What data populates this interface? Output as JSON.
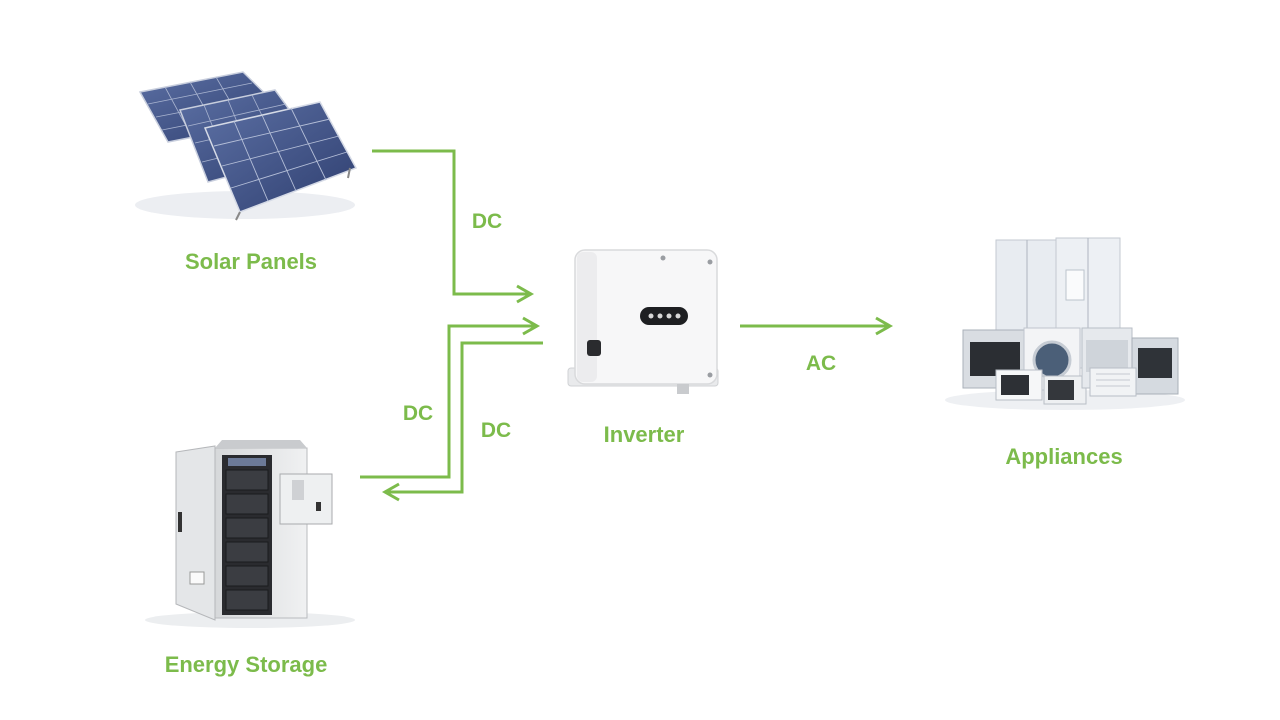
{
  "colors": {
    "accent": "#7cbb4b"
  },
  "nodes": {
    "solar": {
      "label": "Solar Panels",
      "icon": "solar-panels-icon"
    },
    "inverter": {
      "label": "Inverter",
      "icon": "inverter-icon"
    },
    "storage": {
      "label": "Energy Storage",
      "icon": "battery-cabinet-icon"
    },
    "appliances": {
      "label": "Appliances",
      "icon": "home-appliances-icon"
    }
  },
  "flows": {
    "solar_to_inverter": "DC",
    "storage_to_inverter": "DC",
    "inverter_to_storage": "DC",
    "inverter_to_appliances": "AC"
  }
}
